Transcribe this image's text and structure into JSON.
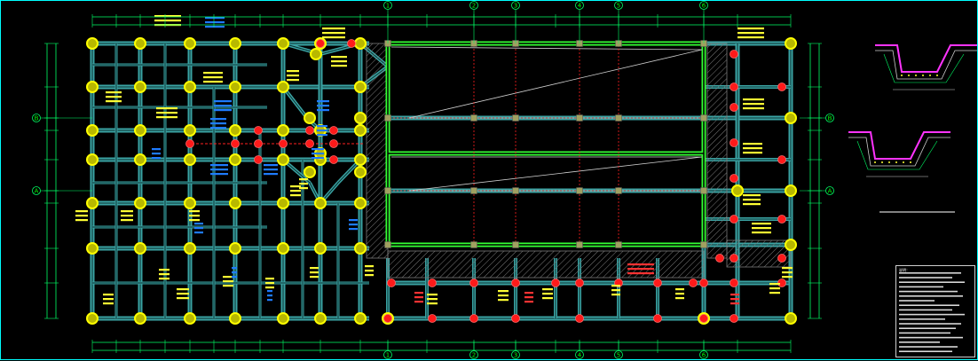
{
  "drawing": {
    "background": "#000000",
    "frame_color": "#00ffff",
    "colors": {
      "beam": "#3aa3a3",
      "beam_core": "#0a2e2e",
      "column_ring": "#ffff00",
      "column_fill": "#b8b800",
      "column_red": "#ff1a1a",
      "slab_outline": "#33ff33",
      "slab_centerline": "#ff2020",
      "pile": "#a0a060",
      "dimension": "#00ff66",
      "label_yellow": "#ffff33",
      "label_blue": "#1e7bff",
      "label_red": "#ff3333",
      "hatch": "#7a7a7a",
      "section_magenta": "#ff33ff"
    },
    "axes": {
      "vertical": [
        "1",
        "2",
        "3",
        "4",
        "5",
        "6"
      ],
      "horizontal": [
        "B",
        "A"
      ]
    },
    "notes_title": "说明："
  }
}
